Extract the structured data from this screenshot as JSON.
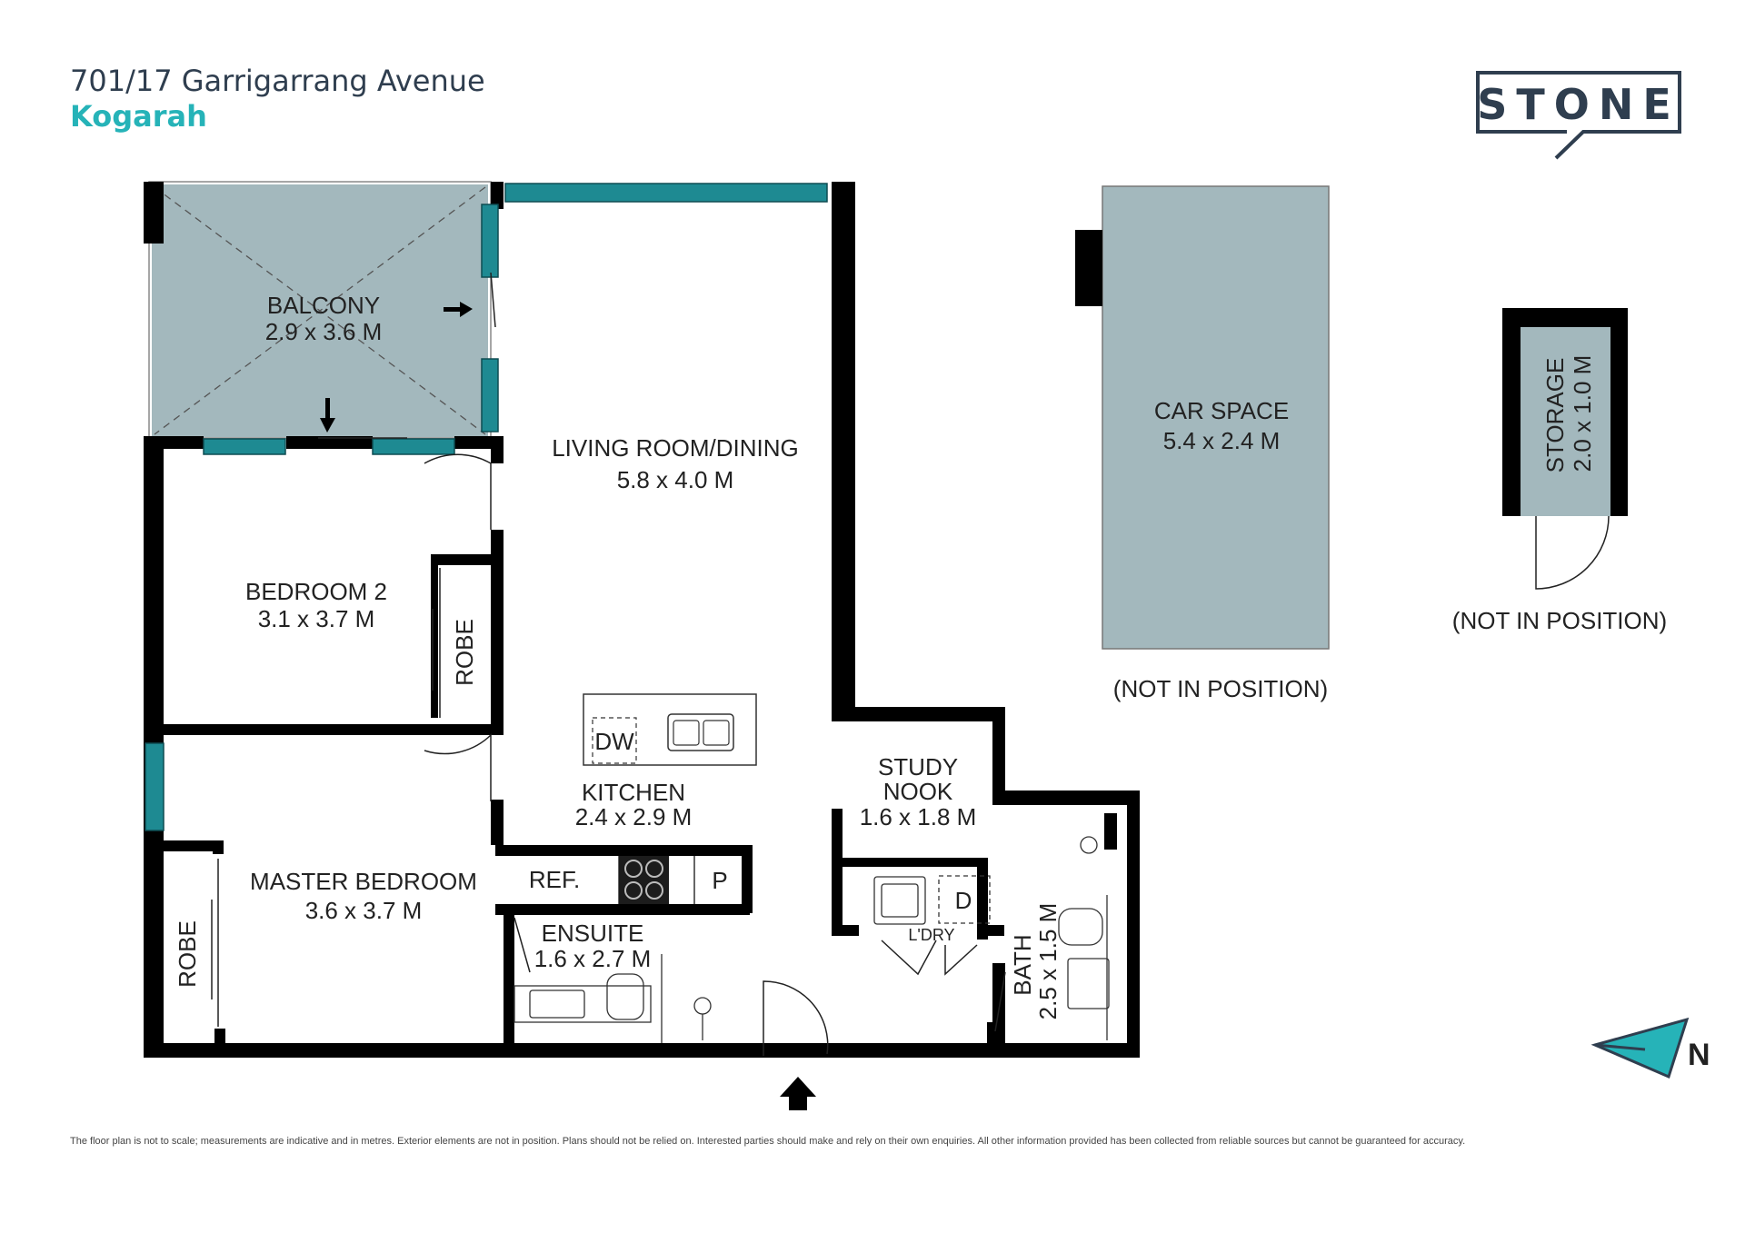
{
  "header": {
    "address": "701/17 Garrigarrang Avenue",
    "suburb": "Kogarah"
  },
  "brand": {
    "logo_text": "STONE"
  },
  "rooms": {
    "balcony": {
      "name": "BALCONY",
      "size": "2.9 x 3.6 M"
    },
    "living": {
      "name": "LIVING ROOM/DINING",
      "size": "5.8 x 4.0 M"
    },
    "bedroom2": {
      "name": "BEDROOM 2",
      "size": "3.1 x 3.7 M"
    },
    "robe_bed2": "ROBE",
    "kitchen": {
      "name": "KITCHEN",
      "size": "2.4 x 2.9 M"
    },
    "master": {
      "name": "MASTER BEDROOM",
      "size": "3.6 x 3.7 M"
    },
    "robe_master": "ROBE",
    "ensuite": {
      "name": "ENSUITE",
      "size": "1.6 x 2.7 M"
    },
    "study": {
      "name1": "STUDY",
      "name2": "NOOK",
      "size": "1.6 x 1.8 M"
    },
    "laundry": "L'DRY",
    "bath": {
      "name": "BATH",
      "size": "2.5 x 1.5 M"
    },
    "car": {
      "name": "CAR SPACE",
      "size": "5.4 x 2.4 M"
    },
    "storage": {
      "name": "STORAGE",
      "size": "2.0 x 1.0 M"
    }
  },
  "fixtures": {
    "dishwasher": "DW",
    "fridge": "REF.",
    "pantry": "P",
    "dryer": "D"
  },
  "notes": {
    "car_not_in_position": "(NOT IN POSITION)",
    "storage_not_in_position": "(NOT IN POSITION)"
  },
  "compass": {
    "label": "N"
  },
  "disclaimer": "The floor plan is not to scale; measurements are indicative and in metres. Exterior elements are not in position. Plans should not be relied on. Interested parties should make and rely on their own enquiries. All other information provided has been collected from reliable sources but cannot be guaranteed for accuracy.",
  "colors": {
    "wall": "#000000",
    "balcony_fill": "#a3b8bd",
    "window": "#1e8a92",
    "accent": "#26b3b8",
    "heading": "#2f3e4f"
  }
}
